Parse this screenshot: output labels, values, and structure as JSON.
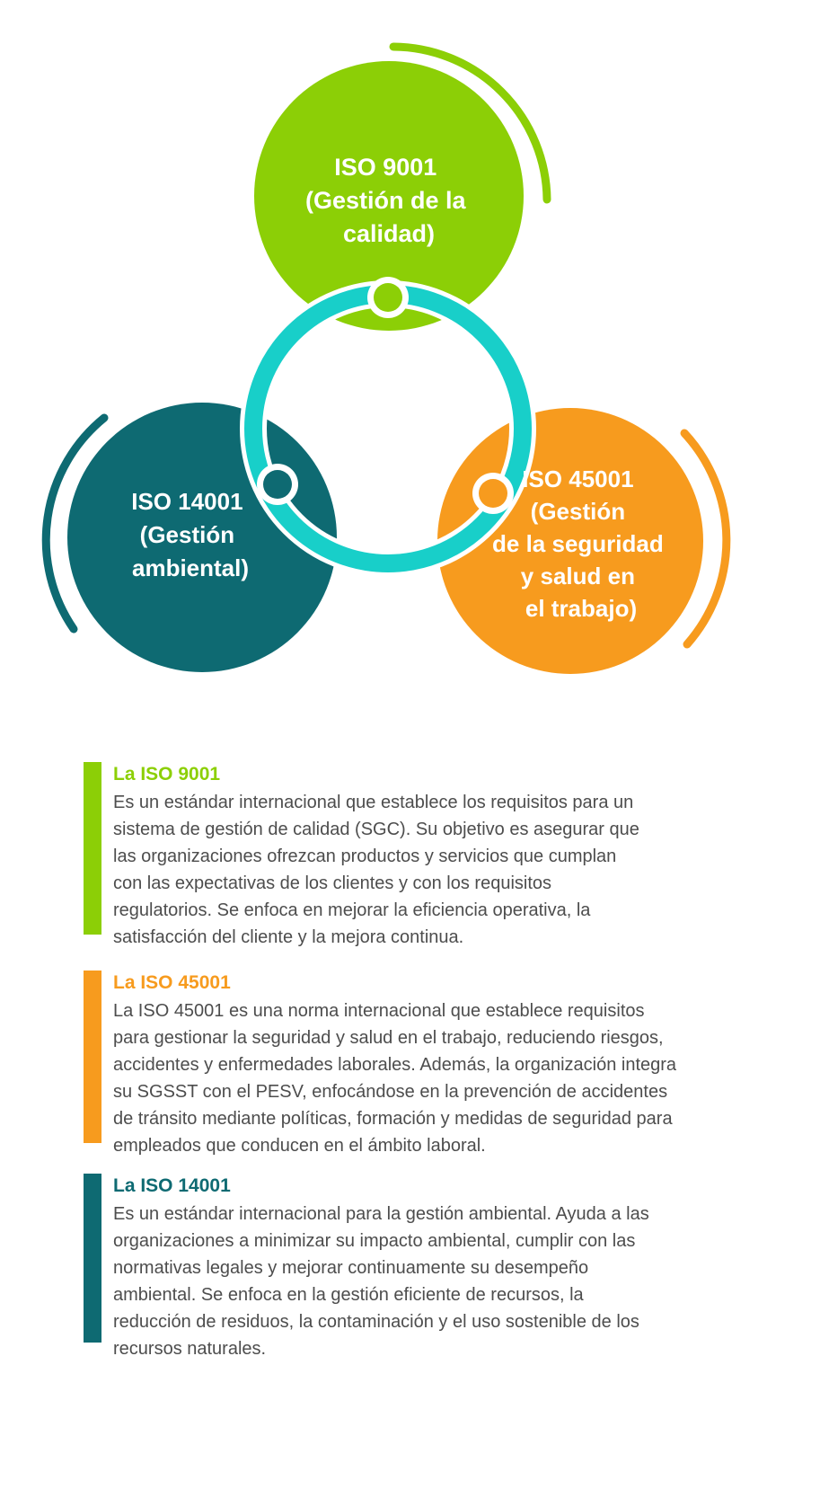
{
  "colors": {
    "green": "#8ccf06",
    "teal": "#0e6a72",
    "orange": "#f79b1e",
    "cyan": "#18cfc9",
    "text": "#4d4d4d"
  },
  "diagram": {
    "circles": [
      {
        "id": "iso9001",
        "lines": [
          "ISO 9001",
          "(Gestión de la",
          "calidad)"
        ]
      },
      {
        "id": "iso14001",
        "lines": [
          "ISO 14001",
          "(Gestión",
          "ambiental)"
        ]
      },
      {
        "id": "iso45001",
        "lines": [
          "ISO 45001",
          "(Gestión",
          "de la seguridad",
          "y salud en",
          "el trabajo)"
        ]
      }
    ]
  },
  "sections": [
    {
      "title": "La ISO 9001",
      "body": "Es un estándar internacional que establece los requisitos para un\nsistema de gestión de calidad (SGC). Su objetivo es asegurar que\nlas organizaciones ofrezcan productos y servicios que cumplan\ncon las expectativas de los clientes y con los requisitos\nregulatorios. Se enfoca en mejorar la eficiencia operativa, la\nsatisfacción del cliente y la mejora continua."
    },
    {
      "title": "La ISO 45001",
      "body": "La ISO 45001 es una norma internacional que establece requisitos\npara gestionar la seguridad y salud en el trabajo, reduciendo riesgos,\naccidentes y enfermedades laborales. Además, la organización integra\nsu SGSST con el PESV, enfocándose en la prevención de accidentes\nde tránsito mediante políticas, formación y medidas de seguridad para\nempleados que conducen en el ámbito laboral."
    },
    {
      "title": "La ISO 14001",
      "body": "Es un estándar internacional para la gestión ambiental. Ayuda a las\norganizaciones a minimizar su impacto ambiental, cumplir con las\nnormativas legales y mejorar continuamente su desempeño\nambiental. Se enfoca en la gestión eficiente de recursos, la\nreducción de residuos, la contaminación y el uso sostenible de los\nrecursos naturales."
    }
  ]
}
